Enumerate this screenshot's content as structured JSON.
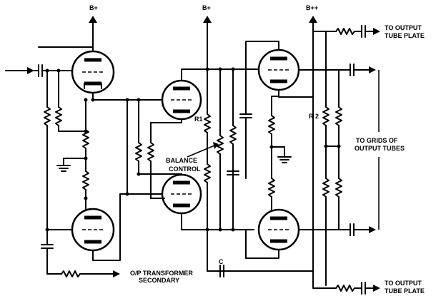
{
  "labels": {
    "supply_1": "B+",
    "supply_2": "B+",
    "supply_3": "B++",
    "output_plate_top_1": "TO OUTPUT",
    "output_plate_top_2": "TUBE PLATE",
    "output_plate_bottom_1": "TO OUTPUT",
    "output_plate_bottom_2": "TUBE PLATE",
    "grids_1": "TO GRIDS OF",
    "grids_2": "OUTPUT TUBES",
    "r1": "R1",
    "r2": "R 2",
    "balance_1": "BALANCE",
    "balance_2": "CONTROL",
    "transformer_1": "O/P TRANSFORMER",
    "transformer_2": "SECONDARY",
    "cap_c": "C"
  },
  "icons": {
    "tube": "triode-tube-icon",
    "ground": "ground-icon",
    "arrow": "arrow-icon",
    "resistor": "resistor-icon",
    "capacitor": "capacitor-icon"
  }
}
